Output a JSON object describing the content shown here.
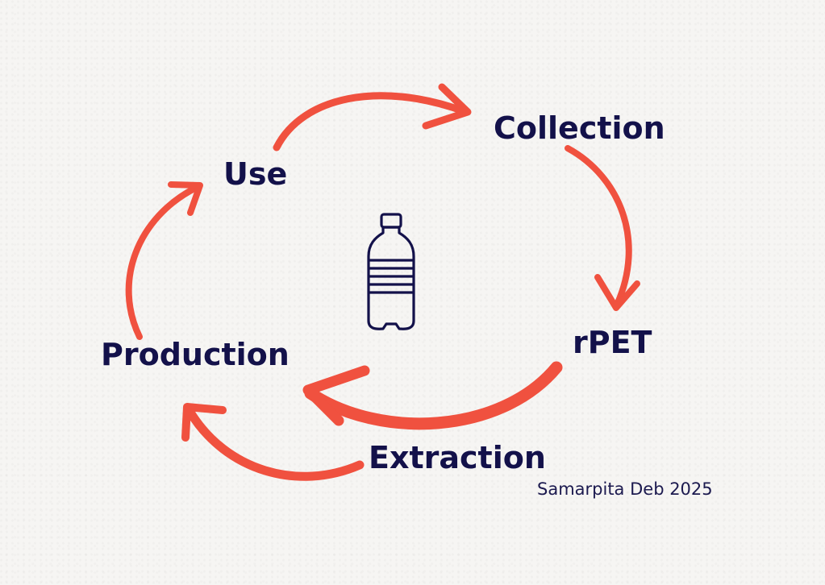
{
  "nodes": {
    "use": "Use",
    "collection": "Collection",
    "rpet": "rPET",
    "production": "Production",
    "extraction": "Extraction"
  },
  "credit": "Samarpita Deb 2025",
  "icon": "plastic-bottle-icon",
  "colors": {
    "arrow": "#f0513f",
    "text": "#13114a",
    "background": "#f6f5f3"
  }
}
